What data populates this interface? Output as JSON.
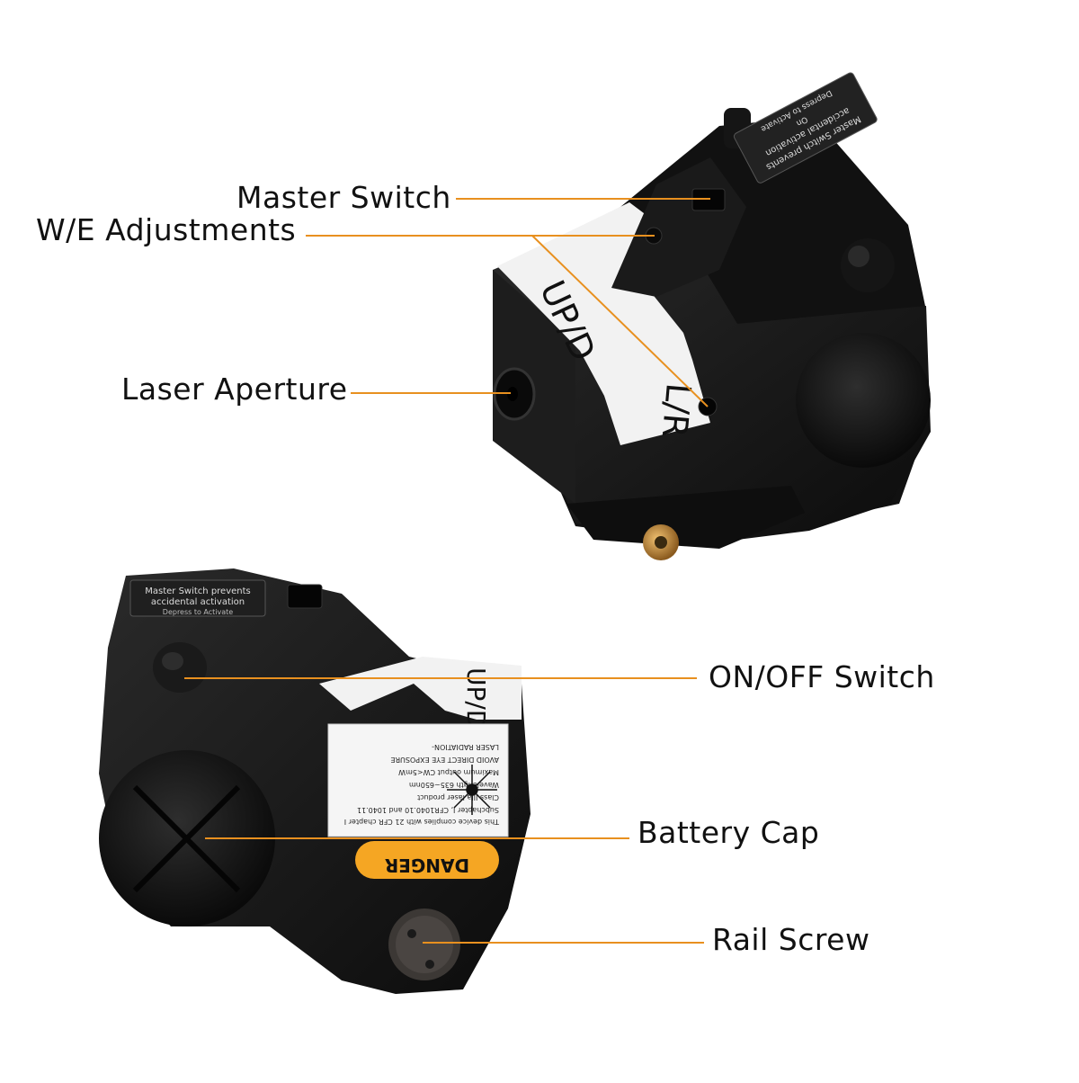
{
  "callouts": {
    "master_switch": "Master Switch",
    "we_adjustments": "W/E Adjustments",
    "laser_aperture": "Laser Aperture",
    "on_off_switch": "ON/OFF Switch",
    "battery_cap": "Battery Cap",
    "rail_screw": "Rail Screw"
  },
  "device_top": {
    "updn_label": "UP/D",
    "lr_label": "L/R",
    "plate_line1": "Master Switch prevents",
    "plate_line2": "accidental activation",
    "plate_line3": "Depress to Activate",
    "plate_line4": "On"
  },
  "device_bottom": {
    "updn_label": "UP/D",
    "plate_line1": "Master Switch prevents",
    "plate_line2": "accidental activation",
    "plate_line3": "Depress to Activate",
    "warning_line1": "This device complies with 21 CFR chapter I",
    "warning_line2": "Subchapter J, CFR1040.10 and 1040.11",
    "warning_line3": "Class IIIa laser product",
    "warning_line4": "Wavelength 635~650nm",
    "warning_line5": "Maximum output CW<5mW",
    "warning_line6": "AVOID DIRECT EYE EXPOSURE",
    "warning_line7": "LASER RADIATION-",
    "danger_label": "DANGER"
  },
  "colors": {
    "leader_line": "#E8901F",
    "body": "#141414",
    "danger": "#F5A623",
    "brass": "#C8943E"
  }
}
